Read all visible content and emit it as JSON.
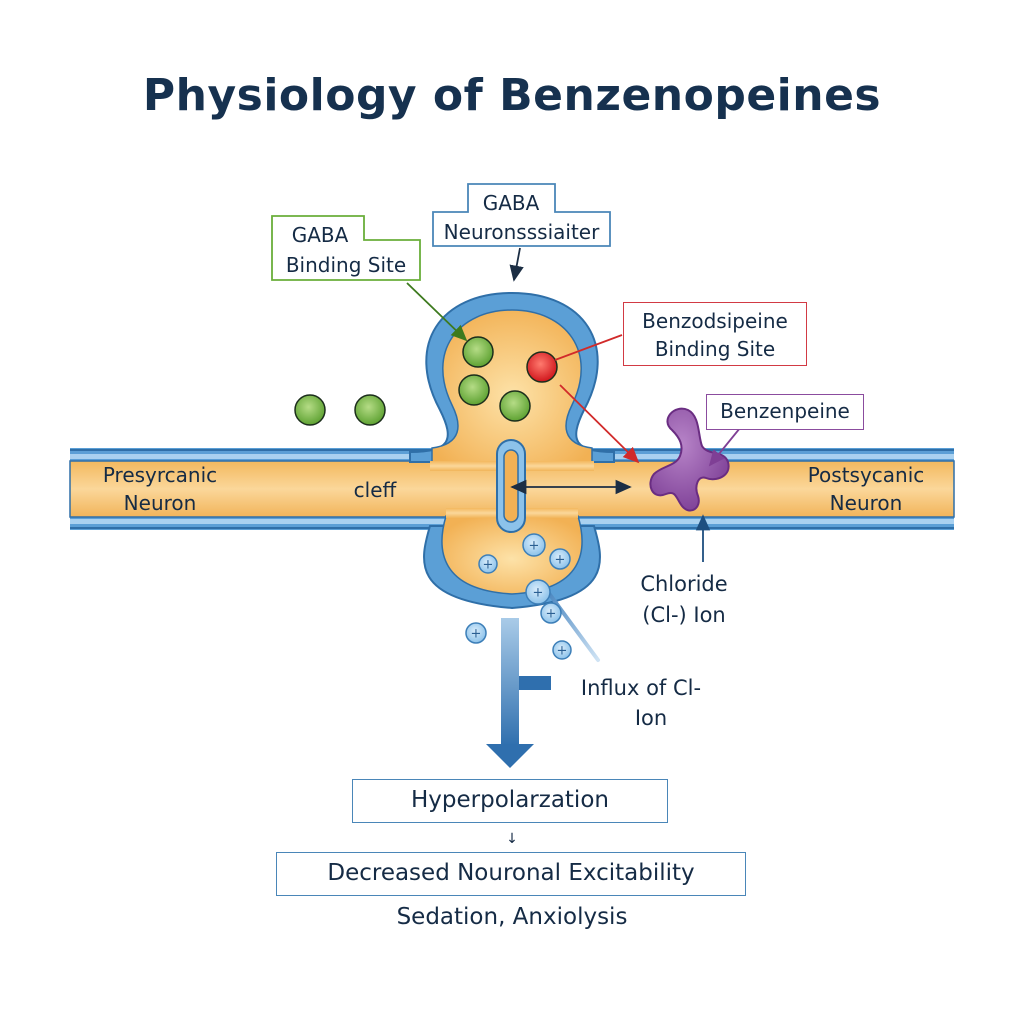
{
  "title": "Physiology of Benzenopeines",
  "colors": {
    "title": "#16314f",
    "text": "#152b45",
    "membrane_blue": "#5b9fd6",
    "membrane_dark": "#2f6fa8",
    "cytoplasm": "#f6c16a",
    "gaba_green": "#7cbf4a",
    "benzo_red": "#e02b2b",
    "drug_purple": "#8a4aa0",
    "green_border": "#6aae3a",
    "red_border": "#d23a44",
    "purple_border": "#8b4c9e",
    "blue_border": "#4a86b8"
  },
  "labels": {
    "gaba_binding_site": [
      "GABA",
      "Binding Site"
    ],
    "gaba_neurotransmitter": [
      "GABA",
      "Neuronsssiaiter"
    ],
    "benzo_binding_site": [
      "Benzodsipeine",
      "Binding Site"
    ],
    "benzenpeine": "Benzenpeine",
    "presynaptic": [
      "Presyrcanic",
      "Neuron"
    ],
    "cleft": "cleff",
    "postsynaptic": [
      "Postsycanic",
      "Neuron"
    ],
    "chloride": [
      "Chloride",
      "(Cl-) Ion"
    ],
    "influx": [
      "Influx of Cl-",
      "Ion"
    ]
  },
  "flow": {
    "step1": "Hyperpolarzation",
    "arrow": "↓",
    "step2": "Decreased Nouronal Excitability",
    "outcome": "Sedation, Anxiolysis"
  },
  "ion_symbol": "+"
}
